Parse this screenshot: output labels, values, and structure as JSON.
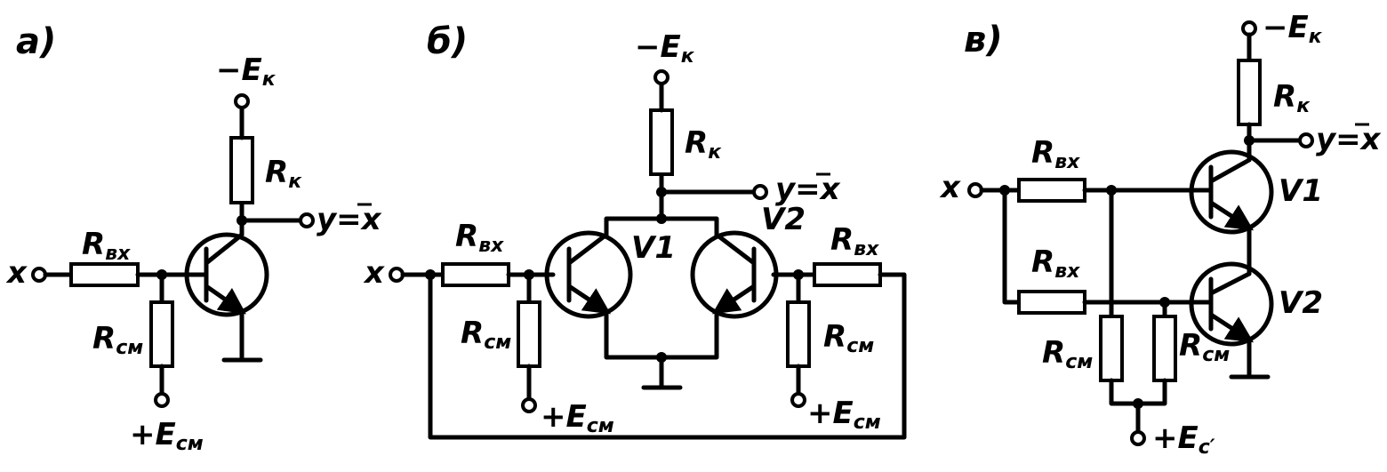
{
  "panels": [
    {
      "id": "a",
      "label": "а)"
    },
    {
      "id": "b",
      "label": "б)"
    },
    {
      "id": "c",
      "label": "в)"
    }
  ],
  "symbols": {
    "input": "x",
    "output": "y=",
    "output_bar": "x",
    "supply_main": "E",
    "supply_main_sign": "−",
    "supply_main_sub": "к",
    "supply_bias": "E",
    "supply_bias_sign": "+",
    "supply_bias_sub": "см",
    "supply_bias_sub_c": "с′",
    "resistor": "R",
    "r_collector_sub": "к",
    "r_input_sub": "вх",
    "r_bias_sub": "см",
    "transistor1": "V1",
    "transistor2": "V2"
  }
}
